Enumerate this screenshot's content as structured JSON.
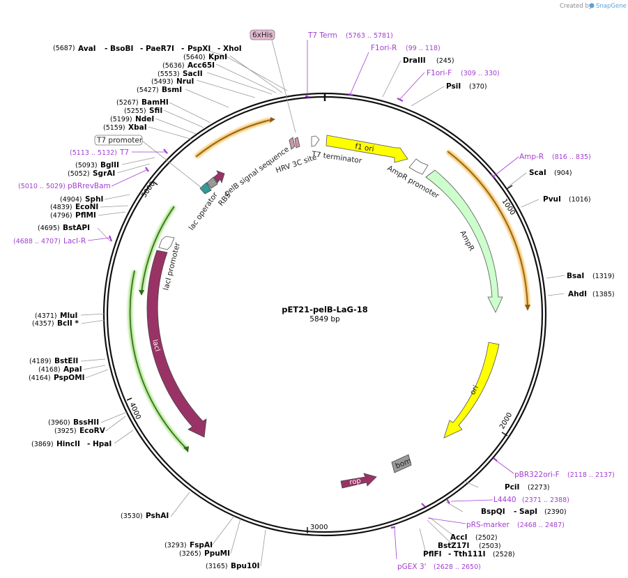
{
  "app": {
    "credit_prefix": "Created by",
    "credit_brand": "SnapGene"
  },
  "plasmid": {
    "name": "pET21-pelB-LaG-18",
    "size_label": "5849 bp",
    "length": 5849
  },
  "ticks": [
    "1000",
    "2000",
    "3000",
    "4000",
    "5000"
  ],
  "features": [
    {
      "name": "T7 terminator",
      "color": "#ffffff"
    },
    {
      "name": "f1 ori",
      "color": "#ffff00"
    },
    {
      "name": "AmpR promoter",
      "color": "#ffffff"
    },
    {
      "name": "AmpR",
      "color": "#ccffcc"
    },
    {
      "name": "ori",
      "color": "#ffff00"
    },
    {
      "name": "bom",
      "color": "#999999"
    },
    {
      "name": "rop",
      "color": "#993366"
    },
    {
      "name": "lacI",
      "color": "#993366"
    },
    {
      "name": "lacI promoter",
      "color": "#ffffff"
    },
    {
      "name": "lac operator",
      "color": "#339999"
    },
    {
      "name": "RBS",
      "color": "#999999"
    },
    {
      "name": "pelB signal sequence",
      "color": "#993366"
    },
    {
      "name": "HRV 3C site",
      "color": "#cc99aa"
    },
    {
      "name": "T7 promoter",
      "color": "#ffffff"
    },
    {
      "name": "6xHis",
      "color": "#cc99cc"
    }
  ],
  "sites": [
    {
      "name": "AvaI",
      "pos": "(5687)"
    },
    {
      "name": "BsoBI",
      "pos": ""
    },
    {
      "name": "PaeR7I",
      "pos": ""
    },
    {
      "name": "PspXI",
      "pos": ""
    },
    {
      "name": "XhoI",
      "pos": ""
    },
    {
      "name": "KpnI",
      "pos": "(5640)"
    },
    {
      "name": "Acc65I",
      "pos": "(5636)"
    },
    {
      "name": "SacII",
      "pos": "(5553)"
    },
    {
      "name": "NruI",
      "pos": "(5493)"
    },
    {
      "name": "BsmI",
      "pos": "(5427)"
    },
    {
      "name": "BamHI",
      "pos": "(5267)"
    },
    {
      "name": "SfiI",
      "pos": "(5255)"
    },
    {
      "name": "NdeI",
      "pos": "(5199)"
    },
    {
      "name": "XbaI",
      "pos": "(5159)"
    },
    {
      "name": "BglII",
      "pos": "(5093)"
    },
    {
      "name": "SgrAI",
      "pos": "(5052)"
    },
    {
      "name": "SphI",
      "pos": "(4904)"
    },
    {
      "name": "EcoNI",
      "pos": "(4839)"
    },
    {
      "name": "PflMI",
      "pos": "(4796)"
    },
    {
      "name": "BstAPI",
      "pos": "(4695)"
    },
    {
      "name": "MluI",
      "pos": "(4371)"
    },
    {
      "name": "BclI *",
      "pos": "(4357)"
    },
    {
      "name": "BstEII",
      "pos": "(4189)"
    },
    {
      "name": "ApaI",
      "pos": "(4168)"
    },
    {
      "name": "PspOMI",
      "pos": "(4164)"
    },
    {
      "name": "BssHII",
      "pos": "(3960)"
    },
    {
      "name": "EcoRV",
      "pos": "(3925)"
    },
    {
      "name": "HincII",
      "pos": "(3869)"
    },
    {
      "name": "HpaI",
      "pos": ""
    },
    {
      "name": "PshAI",
      "pos": "(3530)"
    },
    {
      "name": "FspAI",
      "pos": "(3293)"
    },
    {
      "name": "PpuMI",
      "pos": "(3265)"
    },
    {
      "name": "Bpu10I",
      "pos": "(3165)"
    },
    {
      "name": "PflFI",
      "pos": ""
    },
    {
      "name": "Tth111I",
      "pos": "(2528)"
    },
    {
      "name": "BstZ17I",
      "pos": "(2503)"
    },
    {
      "name": "AccI",
      "pos": "(2502)"
    },
    {
      "name": "BspQI",
      "pos": ""
    },
    {
      "name": "SapI",
      "pos": "(2390)"
    },
    {
      "name": "PciI",
      "pos": "(2273)"
    },
    {
      "name": "AhdI",
      "pos": "(1385)"
    },
    {
      "name": "BsaI",
      "pos": "(1319)"
    },
    {
      "name": "PvuI",
      "pos": "(1016)"
    },
    {
      "name": "ScaI",
      "pos": "(904)"
    },
    {
      "name": "PsiI",
      "pos": "(370)"
    },
    {
      "name": "DraIII",
      "pos": "(245)"
    }
  ],
  "primers": [
    {
      "name": "T7 Term",
      "pos": "(5763 .. 5781)"
    },
    {
      "name": "F1ori-R",
      "pos": "(99 .. 118)"
    },
    {
      "name": "F1ori-F",
      "pos": "(309 .. 330)"
    },
    {
      "name": "Amp-R",
      "pos": "(816 .. 835)"
    },
    {
      "name": "pBR322ori-F",
      "pos": "(2118 .. 2137)"
    },
    {
      "name": "L4440",
      "pos": "(2371 .. 2388)"
    },
    {
      "name": "pRS-marker",
      "pos": "(2468 .. 2487)"
    },
    {
      "name": "pGEX 3'",
      "pos": "(2628 .. 2650)"
    },
    {
      "name": "T7",
      "pos": "(5113 .. 5132)"
    },
    {
      "name": "pBRrevBam",
      "pos": "(5010 .. 5029)"
    },
    {
      "name": "LacI-R",
      "pos": "(4688 .. 4707)"
    }
  ]
}
